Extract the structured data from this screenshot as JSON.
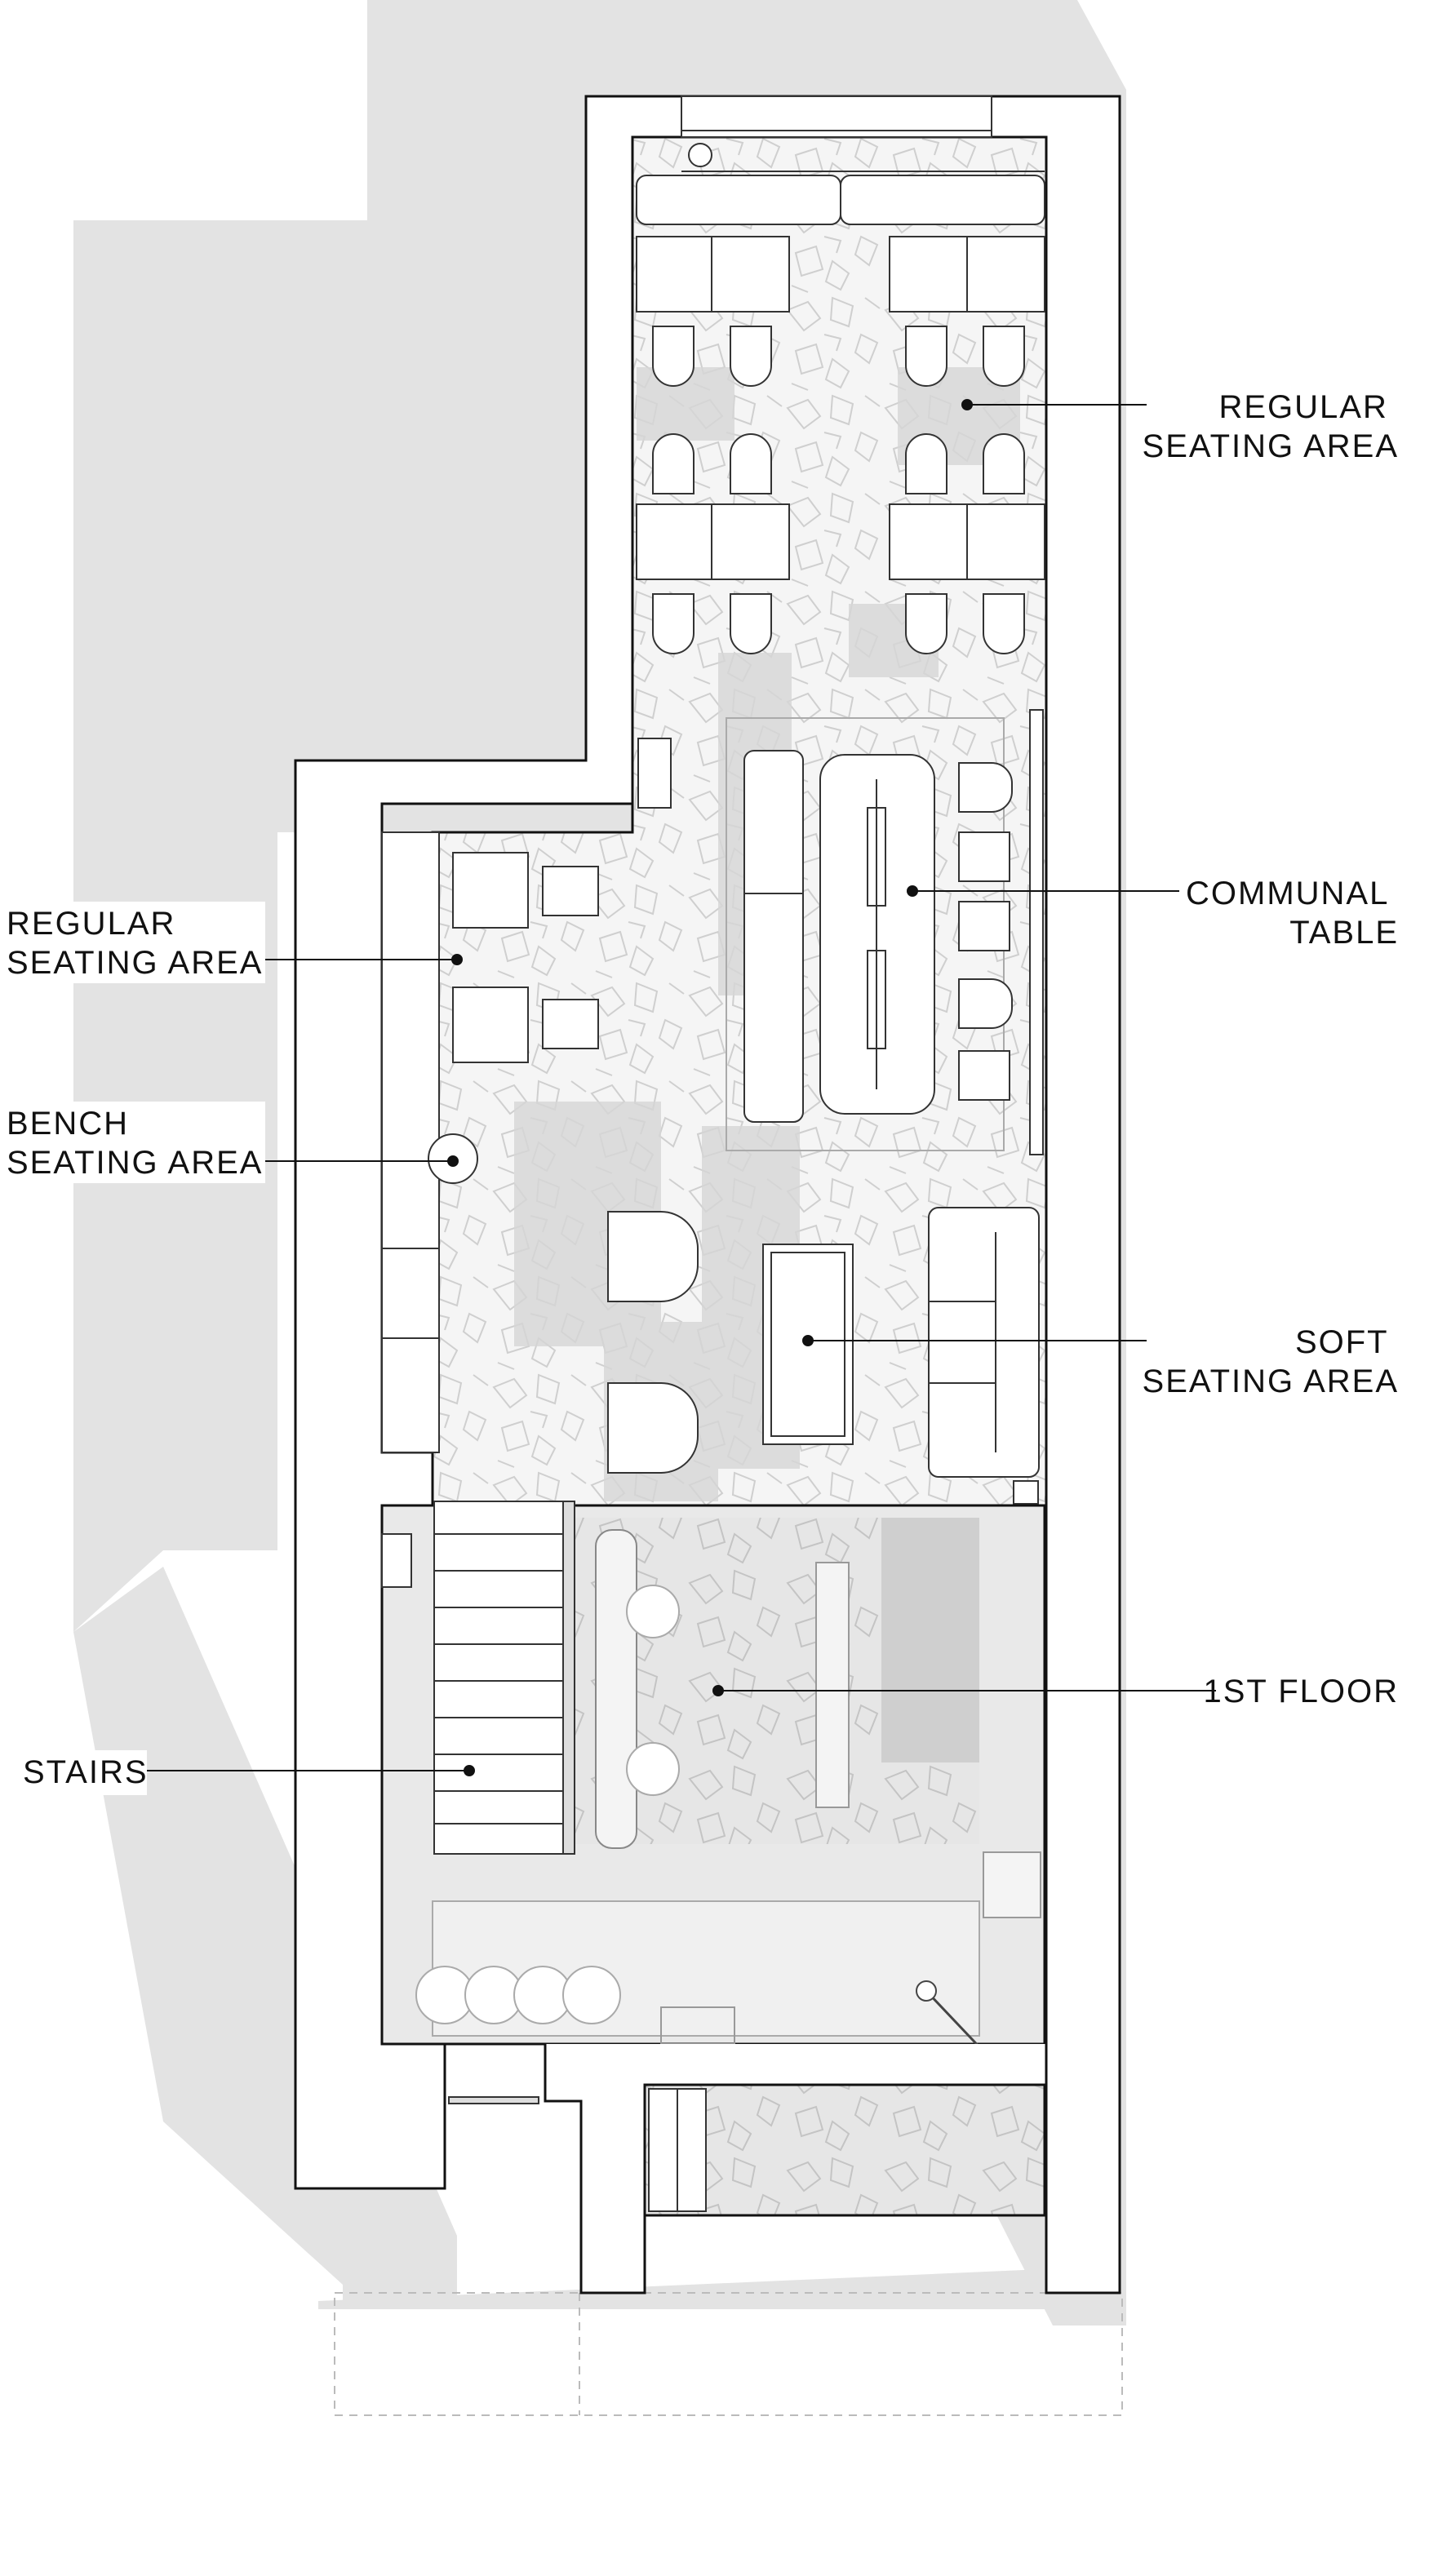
{
  "colors": {
    "shadow": "#e3e3e3",
    "floor_pattern": "#d2d2d2",
    "floor_fill": "#f4f4f4",
    "lower_floor_fill": "#e9e9e9",
    "wall_line": "#111111",
    "leader_line": "#111111"
  },
  "labels": {
    "regular_seating_right": {
      "line1": "REGULAR",
      "line2": "SEATING AREA"
    },
    "communal_table": {
      "line1": "COMMUNAL",
      "line2": "TABLE"
    },
    "soft_seating": {
      "line1": "SOFT",
      "line2": "SEATING AREA"
    },
    "first_floor": {
      "line1": "1ST FLOOR"
    },
    "regular_seating_left": {
      "line1": "REGULAR",
      "line2": "SEATING AREA"
    },
    "bench_seating": {
      "line1": "BENCH",
      "line2": "SEATING AREA"
    },
    "stairs": {
      "line1": "STAIRS"
    }
  }
}
